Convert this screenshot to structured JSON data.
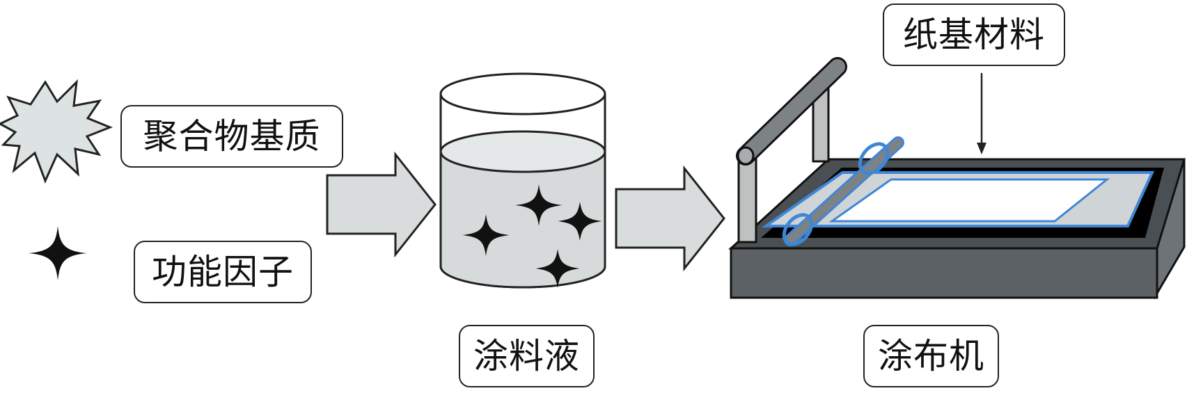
{
  "labels": {
    "polymer_matrix": "聚合物基质",
    "functional_factor": "功能因子",
    "coating_liquid": "涂料液",
    "coating_machine": "涂布机",
    "paper_substrate": "纸基材料"
  },
  "colors": {
    "arrow_fill": "#d9dcdc",
    "liquid_fill": "#d6dadb",
    "burst_fill": "#dde2e2",
    "machine_dark": "#5c6165",
    "machine_side": "#6e7377",
    "machine_top": "#4a4f53",
    "rail_gray": "#bfc1c1",
    "coating_rod": "#7d8285",
    "blue_outline": "#3f86d6",
    "paper_bed": "#000000",
    "paper_sheet": "#cfd4d6"
  }
}
